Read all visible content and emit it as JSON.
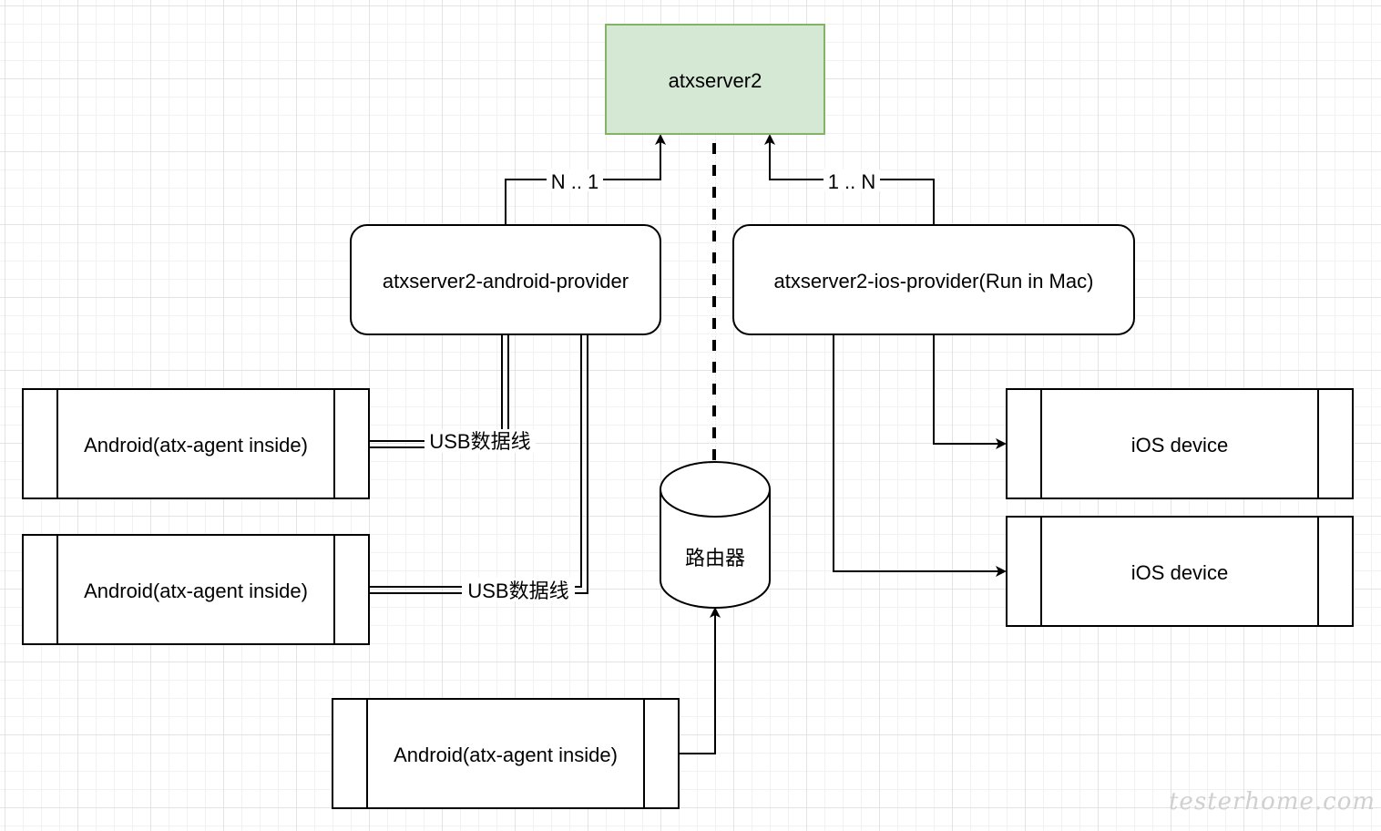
{
  "nodes": {
    "server": "atxserver2",
    "android_provider": "atxserver2-android-provider",
    "ios_provider": "atxserver2-ios-provider(Run in Mac)",
    "android_device_1": "Android(atx-agent inside)",
    "android_device_2": "Android(atx-agent inside)",
    "android_device_3": "Android(atx-agent inside)",
    "ios_device_1": "iOS device",
    "ios_device_2": "iOS device",
    "router": "路由器"
  },
  "edges": {
    "android_to_server": "N .. 1",
    "ios_to_server": "1 .. N",
    "usb_1": "USB数据线",
    "usb_2": "USB数据线"
  },
  "watermark": "testerhome.com",
  "colors": {
    "server_fill": "#d5e8d4",
    "server_stroke": "#82b366",
    "stroke": "#000000",
    "node_fill": "#ffffff"
  }
}
